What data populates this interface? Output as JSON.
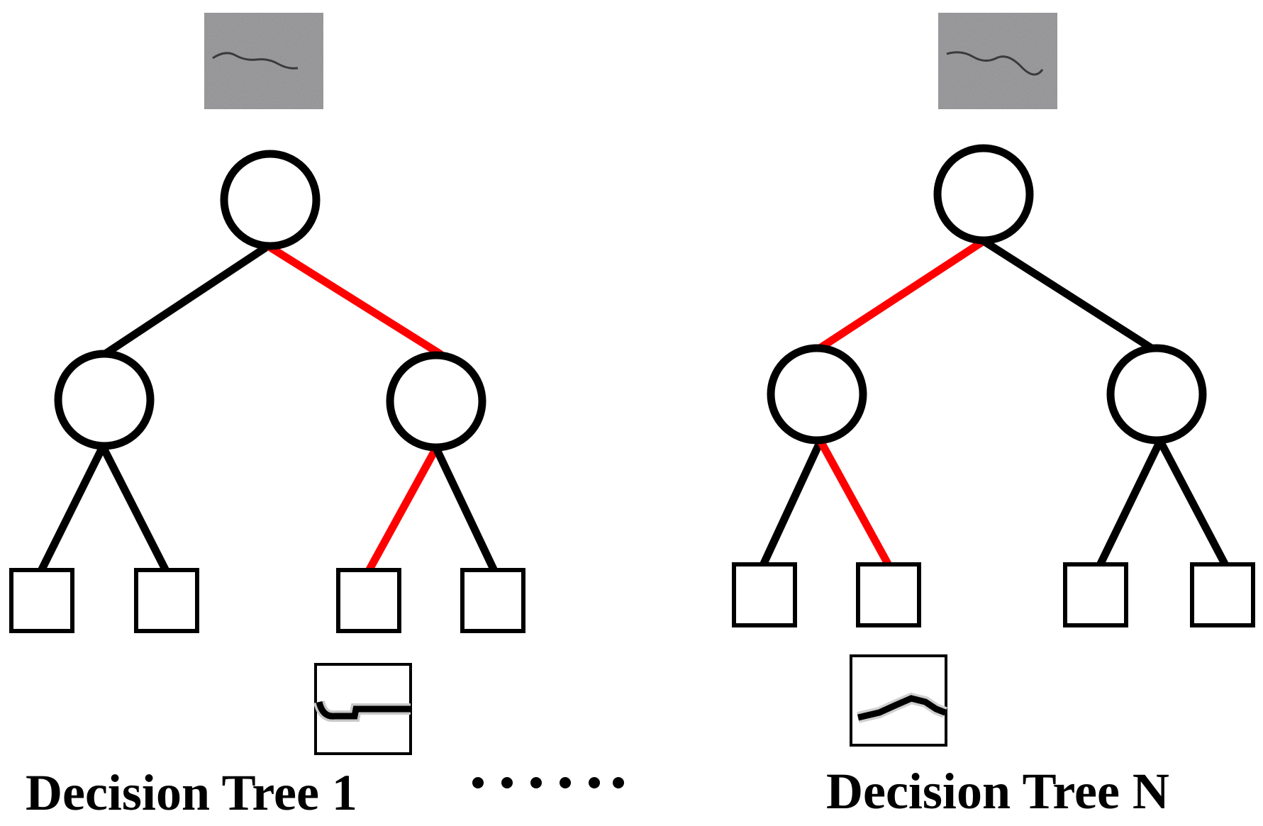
{
  "colors": {
    "node_stroke": "#000000",
    "edge_default": "#000000",
    "edge_active": "#ff0000",
    "input_patch": "#8a8a8c",
    "background": "#ffffff"
  },
  "trees": [
    {
      "id": "tree-1",
      "label": "Decision Tree 1",
      "active_path": [
        "root",
        "right",
        "right-left-leaf"
      ],
      "output_patch_shape": "step-crack"
    },
    {
      "id": "tree-n",
      "label": "Decision Tree N",
      "active_path": [
        "root",
        "left",
        "left-right-leaf"
      ],
      "output_patch_shape": "arc-crack"
    }
  ],
  "separator": {
    "symbol": "ellipsis-dots",
    "dot_count": 6
  },
  "icons": {
    "input_image": "cracked-pavement-image",
    "output_patch": "crack-structure-patch",
    "split_node": "circle-node",
    "leaf_node": "square-leaf"
  }
}
